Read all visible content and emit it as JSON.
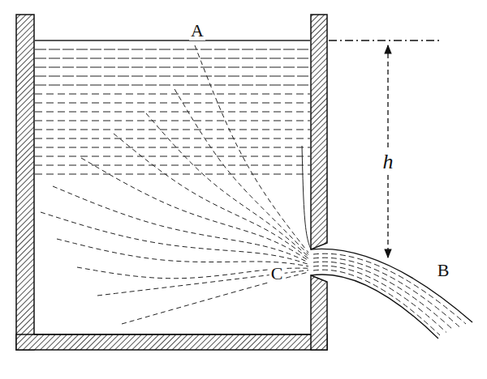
{
  "diagram": {
    "labels": [
      "A",
      "h",
      "C",
      "B"
    ]
  }
}
